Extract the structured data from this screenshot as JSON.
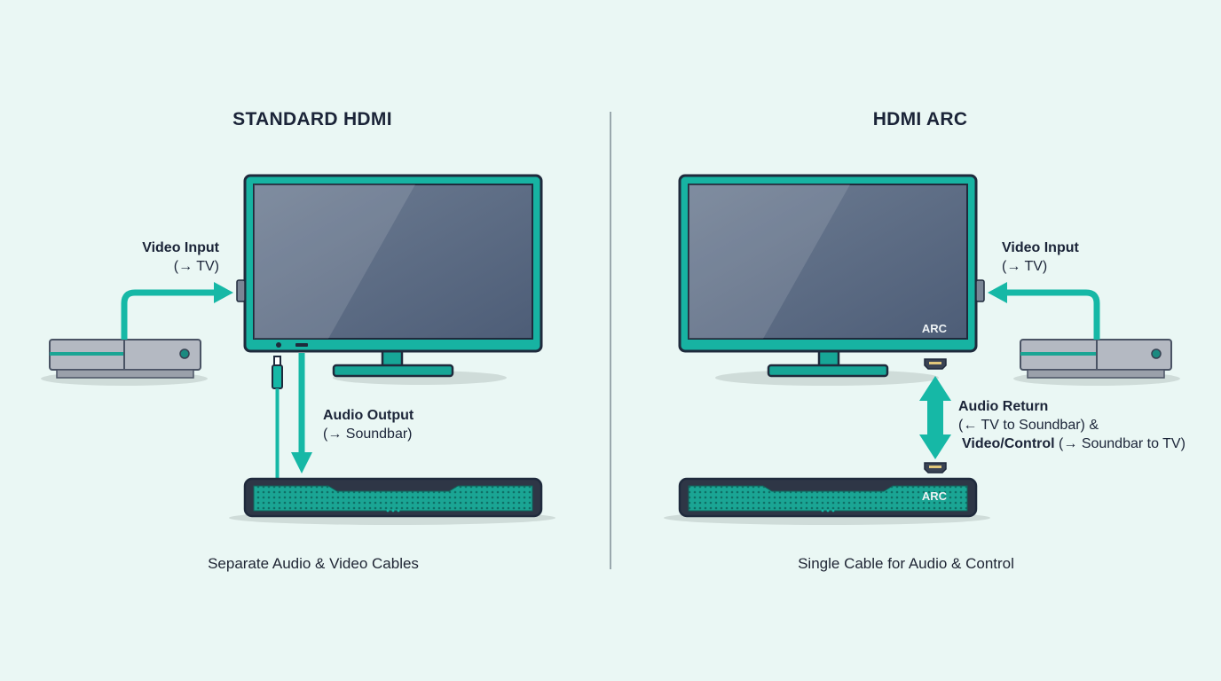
{
  "left_panel": {
    "title": "STANDARD HDMI",
    "video_input": {
      "title": "Video Input",
      "detail": "(→ TV)"
    },
    "audio_output": {
      "title": "Audio Output",
      "detail": "(→ Soundbar)"
    },
    "caption": "Separate Audio & Video Cables"
  },
  "right_panel": {
    "title": "HDMI ARC",
    "video_input": {
      "title": "Video Input",
      "detail": "(→ TV)"
    },
    "audio_return": {
      "title": "Audio Return",
      "line2": "(← TV to Soundbar) &",
      "line3_bold": "Video/Control",
      "line3_rest": " (→ Soundbar to TV)"
    },
    "tv_arc_tag": "ARC",
    "soundbar_arc_tag": "ARC",
    "caption": "Single Cable for Audio & Control"
  },
  "colors": {
    "accent": "#16b8a6",
    "device_outline": "#1f2a3c",
    "screen": "#4f5f79",
    "background": "#eaf7f4"
  }
}
